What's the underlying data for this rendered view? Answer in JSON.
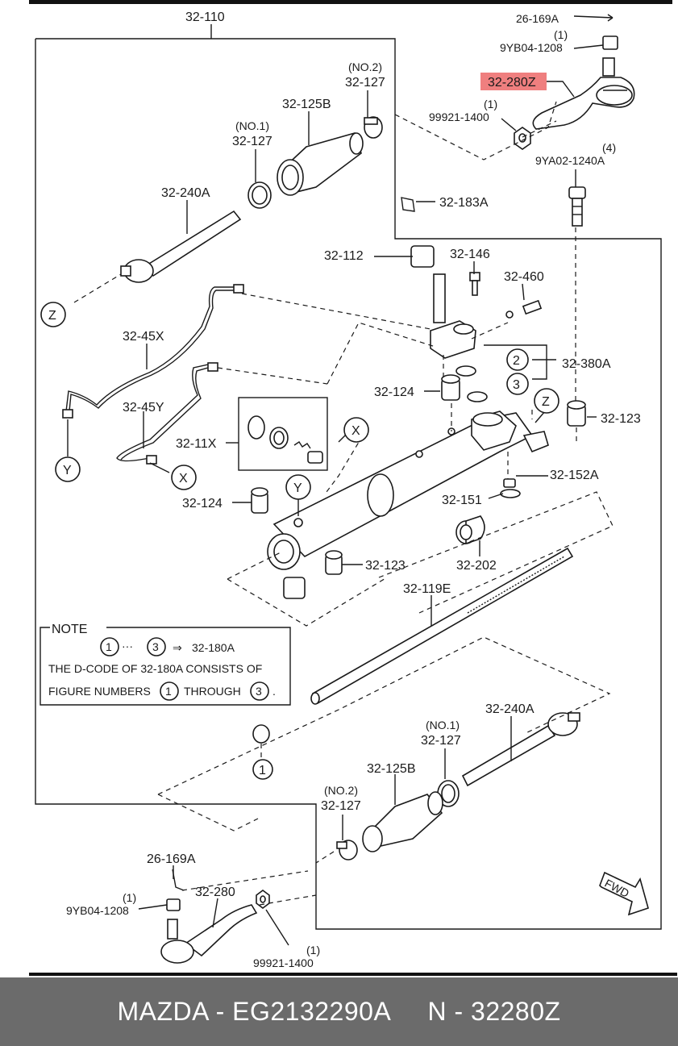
{
  "labels": {
    "l32_110": "32-110",
    "l26_169a_top": "26-169A",
    "l1_a": "(1)",
    "l9yb04_top": "9YB04-1208",
    "l32_280z": "32-280Z",
    "l1_b": "(1)",
    "l99921_top": "99921-1400",
    "l4": "(4)",
    "l9ya02": "9YA02-1240A",
    "no2_top": "(NO.2)",
    "l32_127_a": "32-127",
    "l32_125b_top": "32-125B",
    "no1_top": "(NO.1)",
    "l32_127_b": "32-127",
    "l32_240a_top": "32-240A",
    "l32_183a": "32-183A",
    "l32_112": "32-112",
    "l32_146": "32-146",
    "l32_460": "32-460",
    "l32_45x": "32-45X",
    "l32_380a": "32-380A",
    "l32_124_a": "32-124",
    "l32_45y": "32-45Y",
    "l32_123_a": "32-123",
    "l32_11x": "32-11X",
    "l32_152a": "32-152A",
    "l32_124_b": "32-124",
    "l32_151": "32-151",
    "l32_123_b": "32-123",
    "l32_202": "32-202",
    "l32_119e": "32-119E",
    "l32_240a_bot": "32-240A",
    "no1_bot": "(NO.1)",
    "l32_127_c": "32-127",
    "l32_125b_bot": "32-125B",
    "no2_bot": "(NO.2)",
    "l32_127_d": "32-127",
    "l26_169a_bot": "26-169A",
    "l1_c": "(1)",
    "l9yb04_bot": "9YB04-1208",
    "l32_280": "32-280",
    "l1_d": "(1)",
    "l99921_bot": "99921-1400",
    "fwd": "FWD"
  },
  "callouts": {
    "c1": "1",
    "c2": "2",
    "c3": "3",
    "c1b": "1",
    "c3b": "3",
    "c1c": "1",
    "z1": "Z",
    "z2": "Z",
    "y1": "Y",
    "y2": "Y",
    "x1": "X",
    "x2": "X"
  },
  "note": {
    "title": "NOTE",
    "range_sep": "···",
    "arrow": "⇒",
    "target": "32-180A",
    "line2": "THE D-CODE OF  32-180A  CONSISTS OF",
    "line3a": "FIGURE NUMBERS",
    "line3b": "THROUGH",
    "line3c": "."
  },
  "footer": {
    "text": "MAZDA - EG2132290A     N - 32280Z"
  }
}
